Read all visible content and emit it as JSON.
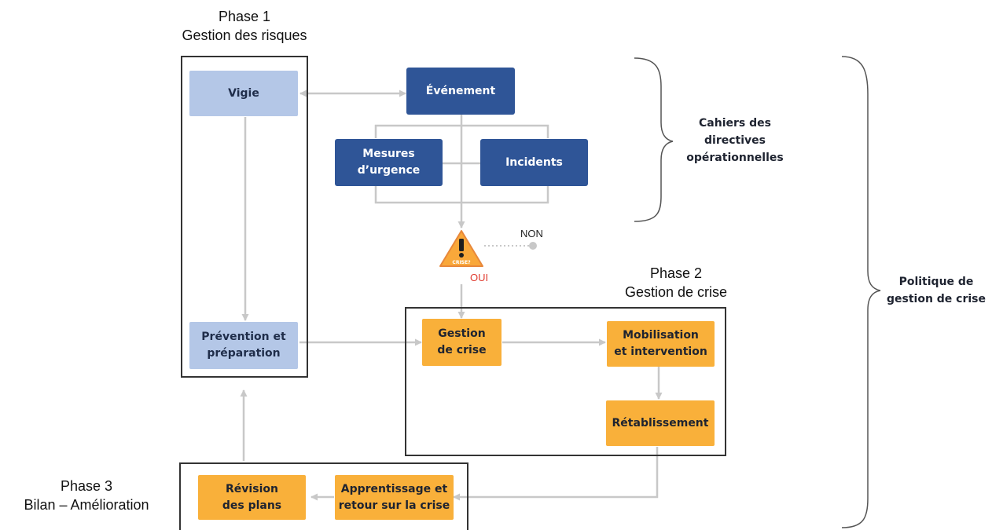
{
  "phases": {
    "phase1": {
      "title": "Phase 1\nGestion des risques"
    },
    "phase2": {
      "title": "Phase 2\nGestion de crise"
    },
    "phase3": {
      "title": "Phase 3\nBilan – Amélioration"
    }
  },
  "nodes": {
    "vigie": "Vigie",
    "evenement": "Événement",
    "mesures_urgence": "Mesures\nd’urgence",
    "incidents": "Incidents",
    "prevention": "Prévention et\npréparation",
    "gestion_crise": "Gestion\nde crise",
    "mobilisation": "Mobilisation\net intervention",
    "retablissement": "Rétablissement",
    "revision": "Révision\ndes plans",
    "apprentissage": "Apprentissage et\nretour sur la crise"
  },
  "decision": {
    "icon_text": "CRISE?",
    "icon_name": "warning-triangle-icon",
    "yes_label": "OUI",
    "no_label": "NON"
  },
  "braces": {
    "cahiers": "Cahiers des\ndirectives\nopérationnelles",
    "politique": "Politique de\ngestion de crise"
  },
  "colors": {
    "light_blue": "#b4c7e7",
    "dark_blue": "#2f5597",
    "orange": "#f9b03a",
    "connector": "#c8c8c8",
    "oui": "#e03c31",
    "frame": "#333333"
  }
}
